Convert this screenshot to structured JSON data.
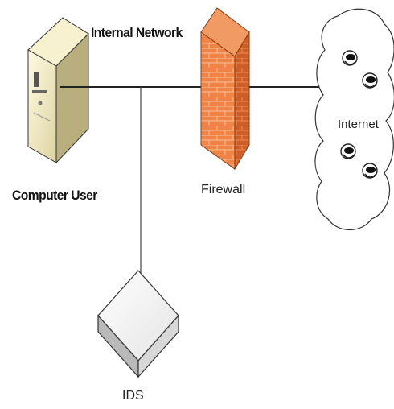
{
  "nodes": {
    "computer": {
      "label": "Computer User"
    },
    "network": {
      "label": "Internal Network"
    },
    "firewall": {
      "label": "Firewall"
    },
    "internet": {
      "label": "Internet"
    },
    "ids": {
      "label": "IDS"
    }
  },
  "colors": {
    "firewall_brick": "#e8743a",
    "firewall_dark": "#c4501e",
    "server_body": "#f3ecc4",
    "server_side": "#b6ad7d",
    "line": "#222222"
  }
}
